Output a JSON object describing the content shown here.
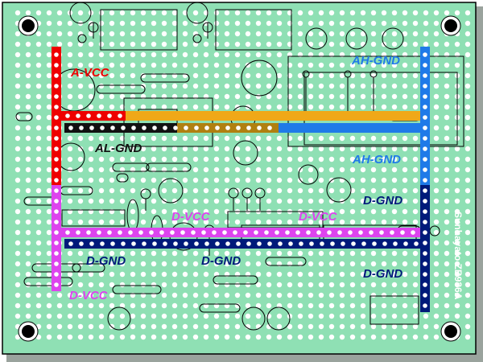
{
  "board": {
    "colors": {
      "board": "#8fe0b4",
      "board_edge": "#000000",
      "shadow": "#9aa39d",
      "pad_fill": "#ffffff",
      "outline": "#000000",
      "a_vcc": "#ee0000",
      "ah_gnd": "#1f7ae8",
      "al_gnd": "#111111",
      "mid_rail": "#f0a818",
      "mid_rail_dark": "#b08010",
      "d_vcc": "#dd44ee",
      "d_gnd": "#001a7a"
    },
    "silkscreen": "Sunhayato ZB936A"
  },
  "labels": [
    {
      "text": "A-VCC",
      "color_key": "a_vcc"
    },
    {
      "text": "AH-GND",
      "color_key": "ah_gnd"
    },
    {
      "text": "AL-GND",
      "color_key": "al_gnd"
    },
    {
      "text": "AH-GND",
      "color_key": "ah_gnd"
    },
    {
      "text": "D-GND",
      "color_key": "d_gnd"
    },
    {
      "text": "D-VCC",
      "color_key": "d_vcc"
    },
    {
      "text": "D-VCC",
      "color_key": "d_vcc"
    },
    {
      "text": "D-GND",
      "color_key": "d_gnd"
    },
    {
      "text": "D-GND",
      "color_key": "d_gnd"
    },
    {
      "text": "D-GND",
      "color_key": "d_gnd"
    },
    {
      "text": "D-VCC",
      "color_key": "d_vcc"
    }
  ]
}
